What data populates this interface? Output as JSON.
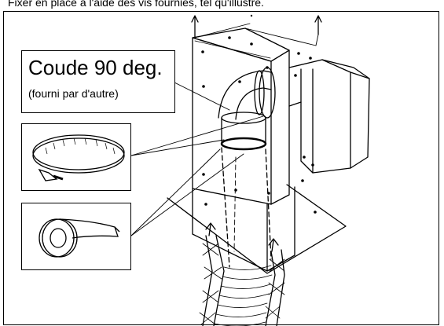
{
  "caption": "Fixer en place à l'aide des vis fournies, tel qu'illustré.",
  "elbow_label": {
    "title": "Coude 90 deg.",
    "subtitle": "(fourni par d'autre)"
  },
  "icons": {
    "clamp": "hose-clamp-icon",
    "tape": "tape-roll-icon"
  },
  "colors": {
    "line": "#000000",
    "background": "#ffffff"
  }
}
